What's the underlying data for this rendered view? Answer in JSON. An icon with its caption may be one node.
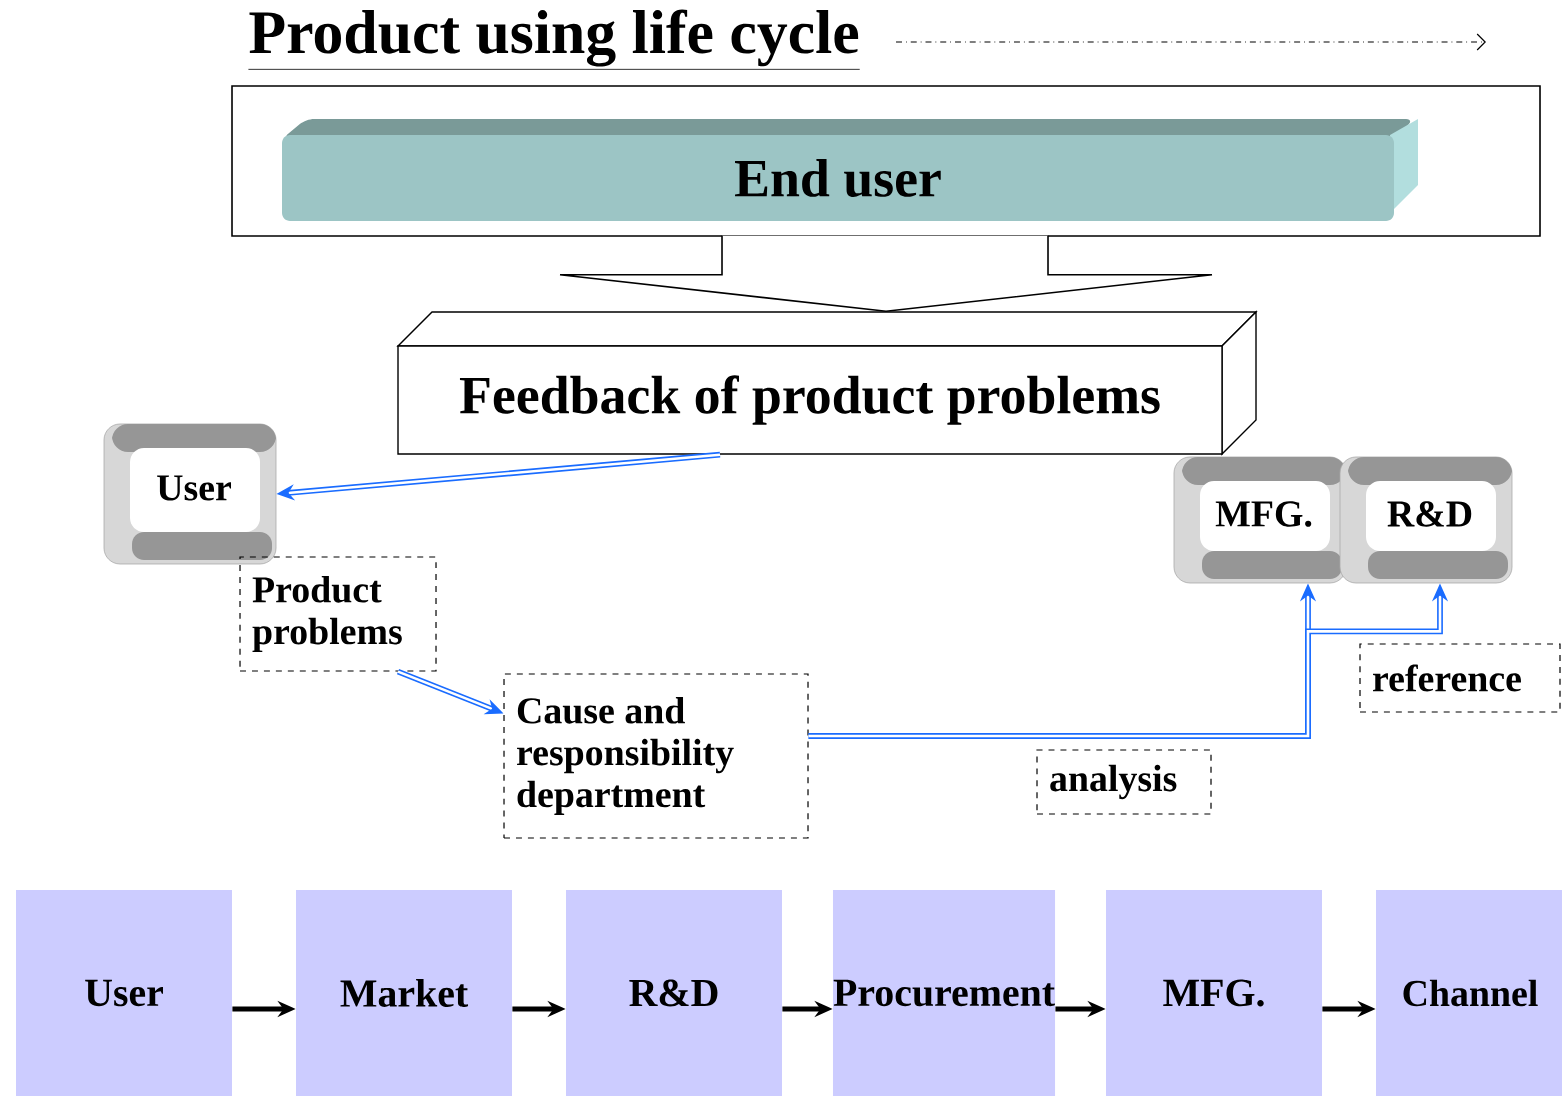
{
  "diagram": {
    "title": "Product using life cycle",
    "nodes": [
      {
        "text": [],
        "shape": "box"
      },
      {
        "text": [
          "End user"
        ],
        "in": 0
      },
      {
        "text": [
          "Feedback of product problems"
        ]
      },
      {
        "text": [
          "User"
        ]
      },
      {
        "text": [
          "Product problems"
        ]
      },
      {
        "text": [
          "Cause and responsibility department"
        ]
      },
      {
        "text": [
          "MFG."
        ]
      },
      {
        "text": [
          "R&D"
        ]
      },
      {
        "text": [
          "reference"
        ]
      },
      {
        "text": [
          "analysis"
        ]
      },
      {
        "text": [
          "User"
        ]
      },
      {
        "text": [
          "Market"
        ]
      },
      {
        "text": [
          "R&D"
        ]
      },
      {
        "text": [
          "Procurement"
        ]
      },
      {
        "text": [
          "MFG."
        ]
      },
      {
        "text": [
          "Channel"
        ]
      }
    ],
    "edges": [
      {
        "from": 0,
        "to": 2,
        "arrow": "to"
      },
      {
        "from": 2,
        "to": 3,
        "arrow": "to",
        "color": "#1a6cff"
      },
      {
        "from": 4,
        "to": 5,
        "arrow": "to",
        "color": "#1a6cff"
      },
      {
        "from": 5,
        "to": 6,
        "arrow": "to",
        "color": "#1a6cff"
      },
      {
        "from": 5,
        "to": 7,
        "arrow": "to",
        "color": "#1a6cff"
      },
      {
        "from": 10,
        "to": 11,
        "arrow": "to"
      },
      {
        "from": 11,
        "to": 12,
        "arrow": "to"
      },
      {
        "from": 12,
        "to": 13,
        "arrow": "to"
      },
      {
        "from": 13,
        "to": 14,
        "arrow": "to"
      },
      {
        "from": 14,
        "to": 15,
        "arrow": "to"
      }
    ]
  }
}
